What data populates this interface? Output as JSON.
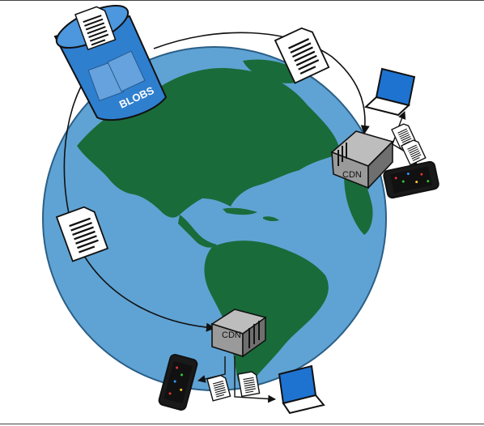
{
  "labels": {
    "storage": "BLOBS",
    "cdn_top": "CDN",
    "cdn_bottom": "CDN"
  },
  "colors": {
    "ocean": "#5fa3d4",
    "land": "#1a6b3a",
    "blob_fill": "#2f7fcf",
    "cdn_server": "#9a9a9a",
    "laptop_screen": "#1e73d1"
  },
  "icons": [
    "database-icon",
    "document-icon",
    "server-icon",
    "laptop-icon",
    "smartphone-icon",
    "globe-icon"
  ]
}
